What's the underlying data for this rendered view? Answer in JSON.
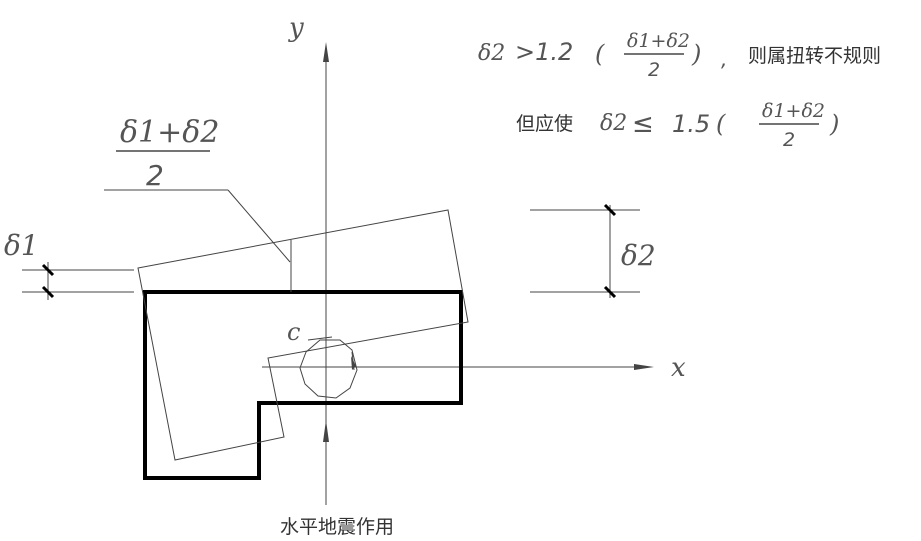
{
  "labels": {
    "y_axis": "y",
    "x_axis": "x",
    "center": "c",
    "seismic_action": "水平地震作用"
  },
  "fraction_label": {
    "numerator": "δ1+δ2",
    "denominator": "2"
  },
  "delta1_label": "δ1",
  "delta2_label": "δ2",
  "formula1": {
    "lhs": "δ2",
    "op": ">1.2",
    "paren_open": "(",
    "numerator": "δ1+δ2",
    "denominator": "2",
    "paren_close": ")",
    "comma": ",",
    "conclusion": "则属扭转不规则"
  },
  "formula2": {
    "prefix": "但应使",
    "lhs": "δ2",
    "op": "≤",
    "coef": "1.5",
    "paren_open": "(",
    "numerator": "δ1+δ2",
    "denominator": "2",
    "paren_close": ")"
  }
}
